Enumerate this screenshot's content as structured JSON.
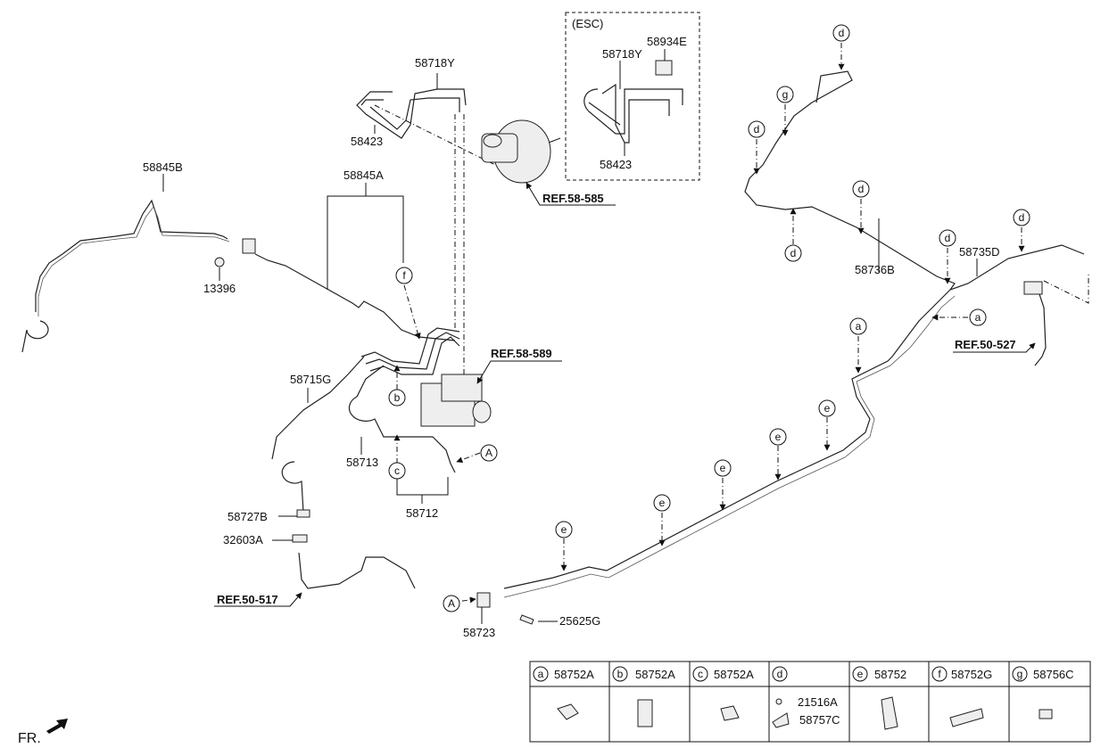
{
  "esc_box": {
    "title": "(ESC)"
  },
  "parts": {
    "p58718Y": "58718Y",
    "p58423": "58423",
    "p58718Y_esc": "58718Y",
    "p58934E": "58934E",
    "p58423_esc": "58423",
    "p58845B": "58845B",
    "p58845A": "58845A",
    "p13396": "13396",
    "p58715G": "58715G",
    "p58713": "58713",
    "p58712": "58712",
    "p58727B": "58727B",
    "p32603A": "32603A",
    "p58723": "58723",
    "p25625G": "25625G",
    "p58736B": "58736B",
    "p58735D": "58735D"
  },
  "refs": {
    "r58585": "REF.58-585",
    "r58589": "REF.58-589",
    "r50527": "REF.50-527",
    "r50517": "REF.50-517"
  },
  "callouts": {
    "a": "a",
    "b": "b",
    "c": "c",
    "d": "d",
    "e": "e",
    "f": "f",
    "g": "g",
    "A": "A"
  },
  "legend": [
    {
      "key": "a",
      "part": "58752A"
    },
    {
      "key": "b",
      "part": "58752A"
    },
    {
      "key": "c",
      "part": "58752A"
    },
    {
      "key": "d",
      "part": "",
      "sub1": "21516A",
      "sub2": "58757C"
    },
    {
      "key": "e",
      "part": "58752"
    },
    {
      "key": "f",
      "part": "58752G"
    },
    {
      "key": "g",
      "part": "58756C"
    }
  ],
  "front": {
    "label": "FR."
  }
}
